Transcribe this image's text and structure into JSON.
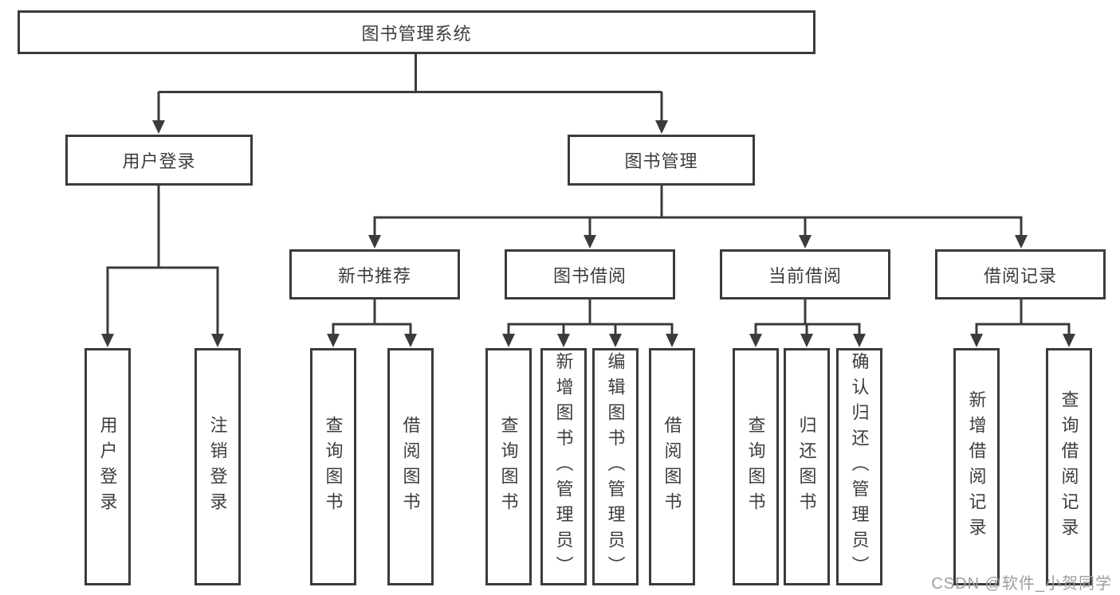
{
  "diagram": {
    "root": {
      "label": "图书管理系统"
    },
    "level2": [
      {
        "label": "用户登录"
      },
      {
        "label": "图书管理"
      }
    ],
    "level3": [
      {
        "label": "新书推荐"
      },
      {
        "label": "图书借阅"
      },
      {
        "label": "当前借阅"
      },
      {
        "label": "借阅记录"
      }
    ],
    "leaves": [
      {
        "label": "用户登录"
      },
      {
        "label": "注销登录"
      },
      {
        "label": "查询图书"
      },
      {
        "label": "借阅图书"
      },
      {
        "label": "查询图书"
      },
      {
        "label": "新增图书（管理员）"
      },
      {
        "label": "编辑图书（管理员）"
      },
      {
        "label": "借阅图书"
      },
      {
        "label": "查询图书"
      },
      {
        "label": "归还图书"
      },
      {
        "label": "确认归还（管理员）"
      },
      {
        "label": "新增借阅记录"
      },
      {
        "label": "查询借阅记录"
      }
    ]
  },
  "watermark": {
    "text": "CSDN @软件_小贺同学"
  },
  "colors": {
    "line": "#3b3b3b",
    "box_border": "#3b3b3b",
    "text": "#3d3d3d",
    "watermark": "#9e9e9e",
    "background": "#ffffff"
  }
}
